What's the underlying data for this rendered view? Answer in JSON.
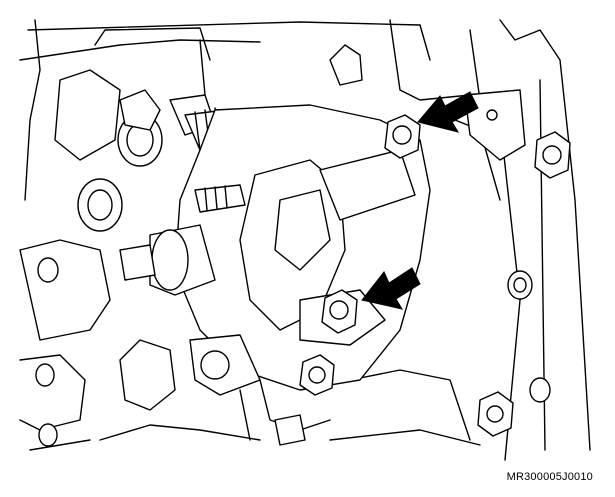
{
  "figure": {
    "reference_code": "MR300005J0010",
    "arrow_color": "#000000",
    "line_color": "#000000",
    "background": "#ffffff",
    "callouts": [
      {
        "name": "upper-bolt-arrow"
      },
      {
        "name": "lower-bolt-arrow"
      }
    ]
  }
}
